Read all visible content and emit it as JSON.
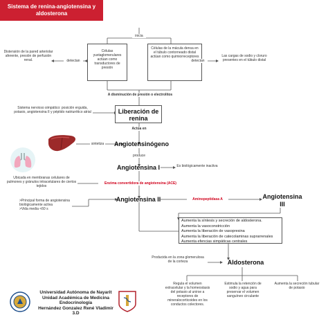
{
  "title": "Sistema de renina-angiotensina y aldosterona",
  "connectors": {
    "inicia": "inicia",
    "detectan_left": "detectan",
    "detectan_right": "detectan",
    "disminucion": "A disminución de presión o electrolitos",
    "actua_en": "Actúa en",
    "sintetiza": "sintetiza",
    "produce": "produce",
    "ace": "Enzima convertidora de angiotensina (ACE)",
    "aminopeptidasa": "Aminopeptidasa A"
  },
  "nodes": {
    "distension": "Distensión de la pared arteriolar aferente, presión de perfusión renal.",
    "yuxtaglomerulares": "Células yuxtaglomerulares actúan como transductores de presión",
    "macula_densa": "Células de la mácula densa en el túbulo contorneado distal actúan como quimiorreceptores",
    "cargas": "Las cargas de sodio y cloruro presentes en el túbulo distal",
    "simpatico": "Sistema nervioso simpático: posición erguida, potasio, angiotensina II y péptido natriurético atrial",
    "liberacion": "Liberación de renina",
    "angiotensinogeno": "Angiotensinógeno",
    "angiotensina_i": "Angiotensina I",
    "inactiva": "Es biológicamente inactiva",
    "ubicada": "Ubicada en membranas celulares de pulmones y gránulos intracelulares de ciertos tejidos",
    "angiotensina_ii": "Angiotensina II",
    "principal": ">Principal forma de angiotensina biológicamente activa\n>Vida media <60 s",
    "angiotensina_iii_a": "Angiotensina",
    "angiotensina_iii_b": "III",
    "aldosterona": "Aldosterona",
    "producida": "Producida en la zona glomerulosa de la corteza",
    "regula": "Regula el volumen extracelular y la homeostasis del potasio al unirse a receptores de mineralocorticoides en los conductos colectores.",
    "estimula": "Estimula la retención de sodio y agua para preservar el volumen sanguíneo circulante",
    "secrecion": "Aumenta la secreción tubular de potasio"
  },
  "effects": [
    "Aumenta la síntesis y secreción de aldosterona.",
    "Aumenta la vasoconstricción",
    "Aumenta la liberación de vasopresina",
    "Aumenta la liberación de catecolaminas suprarrenales",
    "Aumenta efencias simpáticas centrales"
  ],
  "footer": {
    "line1": "Universidad Autónoma de Nayarit",
    "line2": "Unidad Académica de Medicina",
    "line3": "Endocrinología",
    "line4": "Hernández Gonzalez René Vladimir 3.D"
  },
  "icons": [
    "liver-icon",
    "lungs-icon",
    "university-seal-icon",
    "medicine-seal-icon"
  ],
  "colors": {
    "title_bg": "#cc2031",
    "accent_red": "#d0001b"
  }
}
